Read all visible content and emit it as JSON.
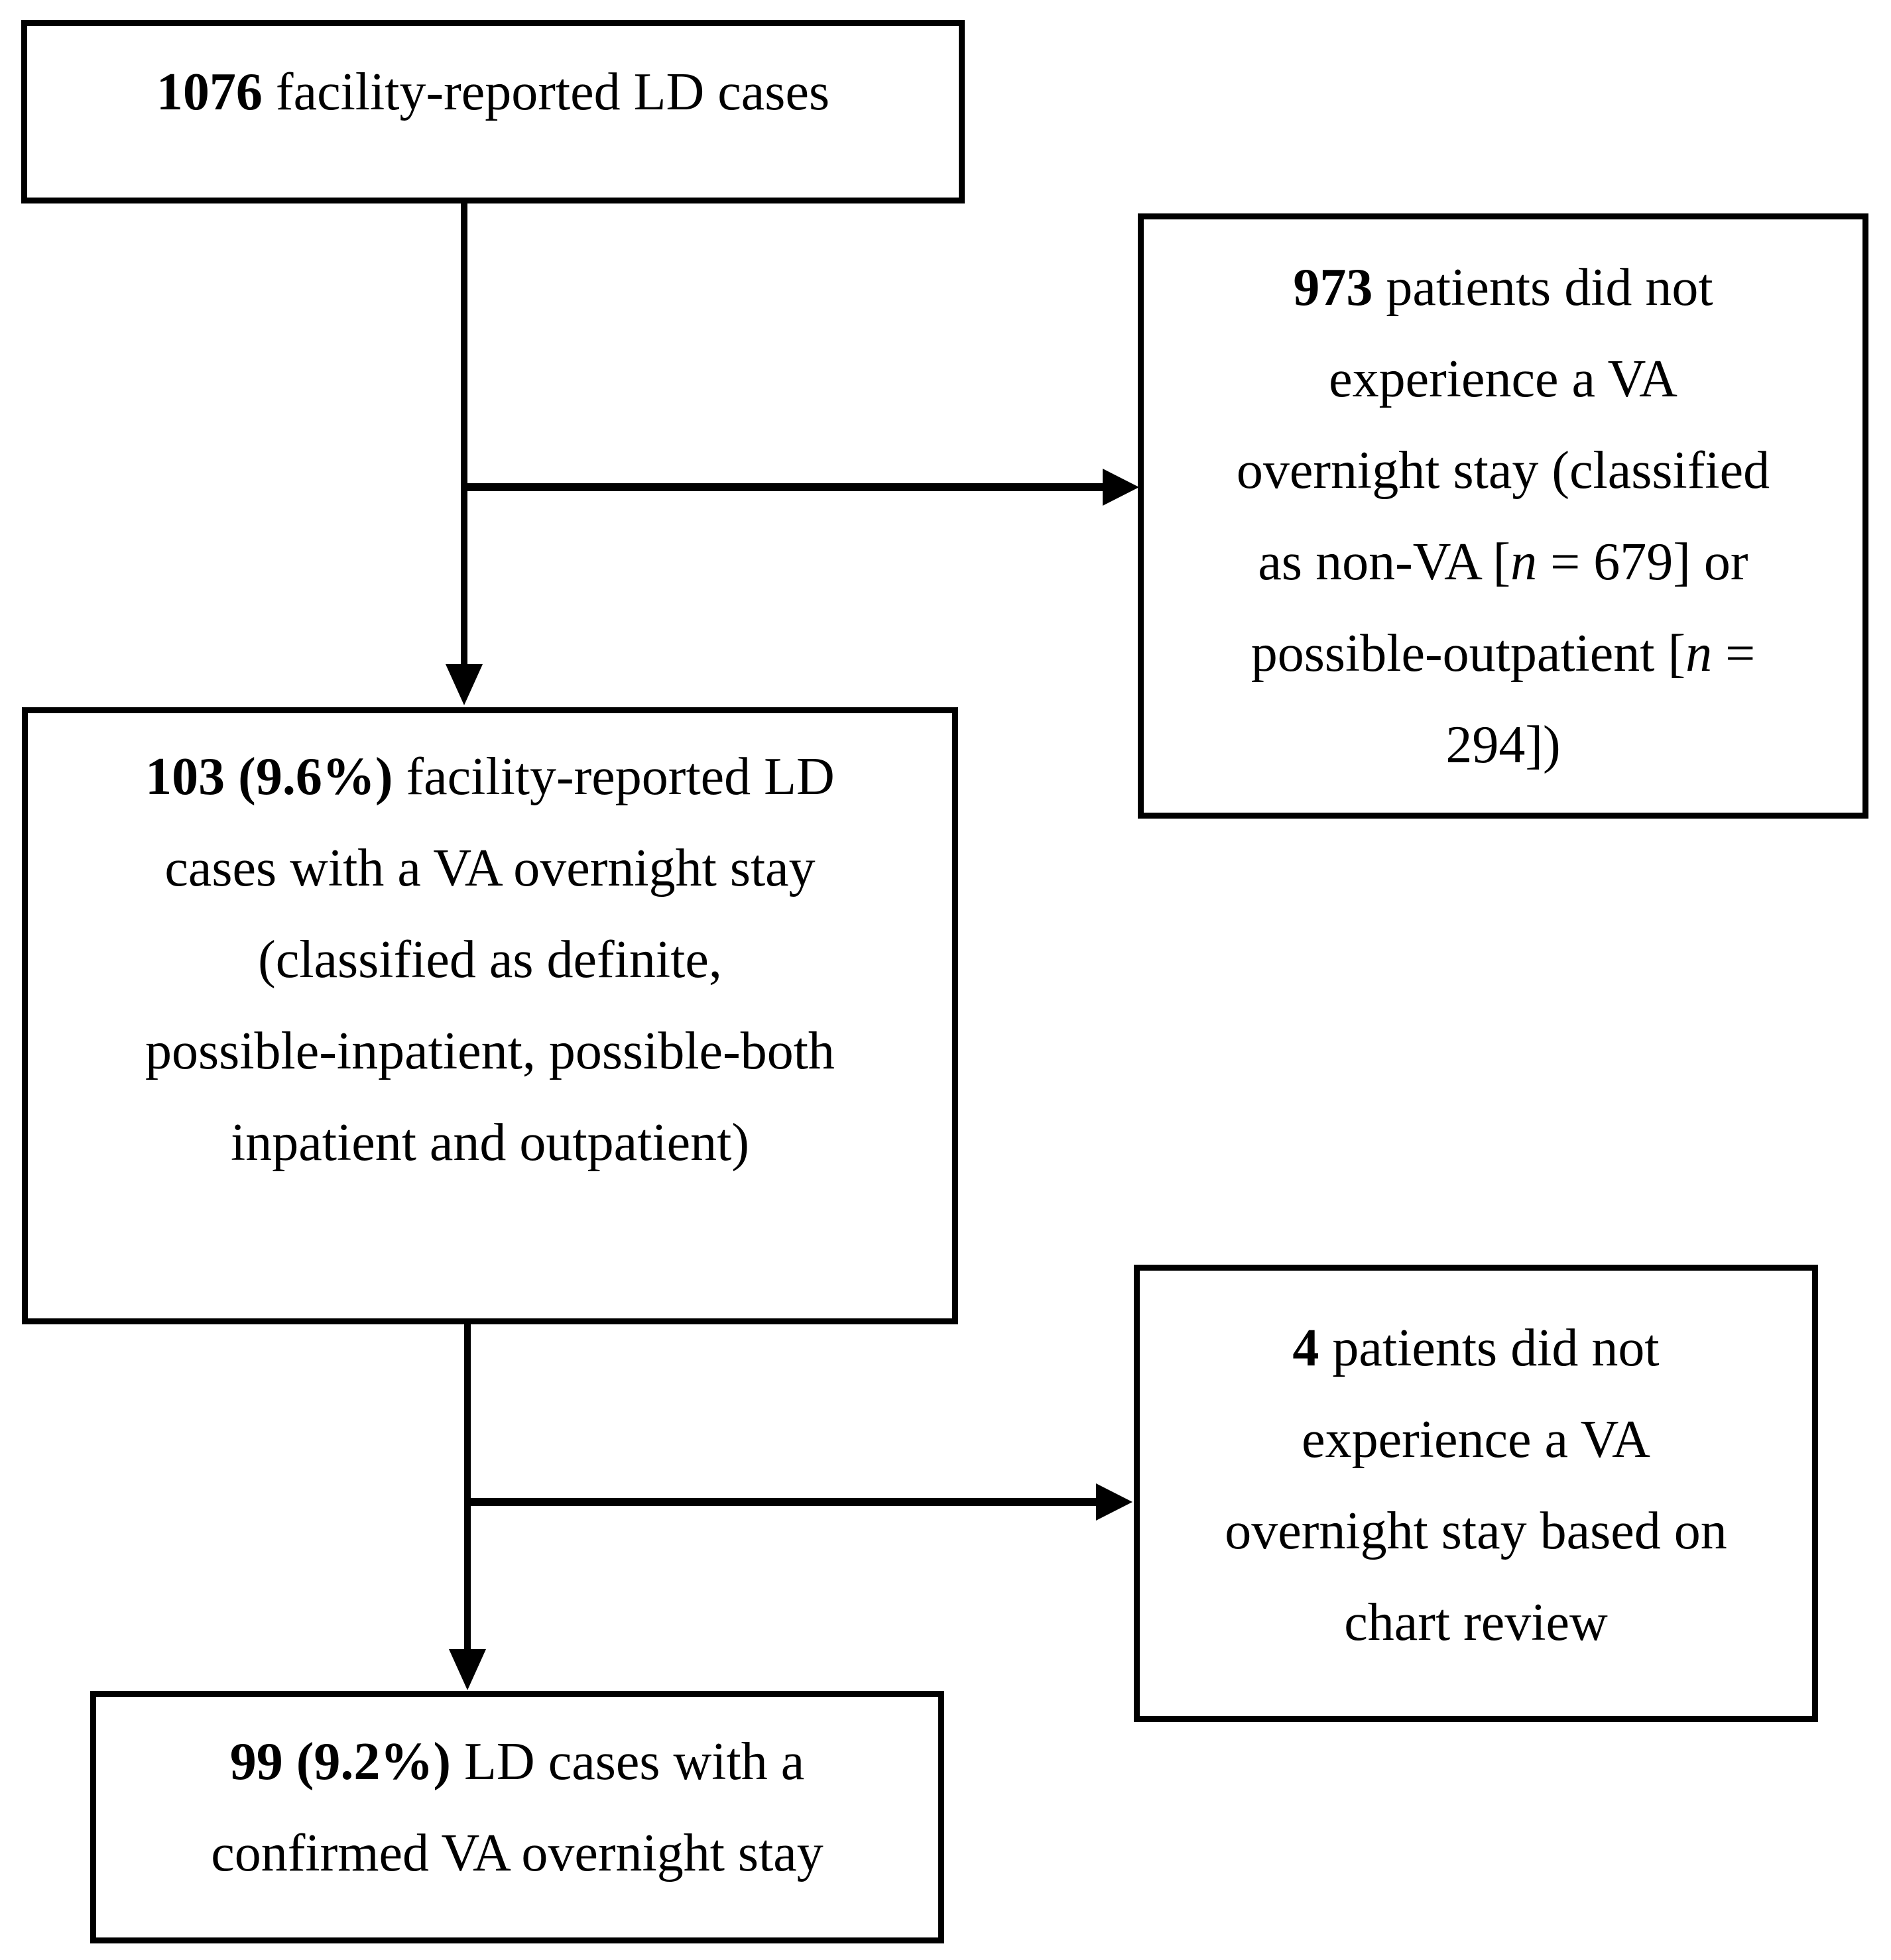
{
  "flowchart": {
    "colors": {
      "line": "#000000",
      "background": "#ffffff"
    },
    "boxes": {
      "total_cases": {
        "lines": [
          {
            "segments": [
              {
                "text": "1076",
                "style": "bold"
              },
              {
                "text": " facility-reported LD cases",
                "style": "normal"
              }
            ]
          }
        ]
      },
      "no_va_overnight_stay": {
        "lines": [
          {
            "segments": [
              {
                "text": "973",
                "style": "bold"
              },
              {
                "text": " patients did not",
                "style": "normal"
              }
            ]
          },
          {
            "segments": [
              {
                "text": "experience a VA",
                "style": "normal"
              }
            ]
          },
          {
            "segments": [
              {
                "text": "overnight stay (classified",
                "style": "normal"
              }
            ]
          },
          {
            "segments": [
              {
                "text": "as non-VA [",
                "style": "normal"
              },
              {
                "text": "n",
                "style": "italic"
              },
              {
                "text": " = 679] or",
                "style": "normal"
              }
            ]
          },
          {
            "segments": [
              {
                "text": "possible-outpatient [",
                "style": "normal"
              },
              {
                "text": "n",
                "style": "italic"
              },
              {
                "text": " =",
                "style": "normal"
              }
            ]
          },
          {
            "segments": [
              {
                "text": "294])",
                "style": "normal"
              }
            ]
          }
        ]
      },
      "va_overnight_stay": {
        "lines": [
          {
            "segments": [
              {
                "text": "103 (9.6%)",
                "style": "bold"
              },
              {
                "text": " facility-reported LD",
                "style": "normal"
              }
            ]
          },
          {
            "segments": [
              {
                "text": "cases with a VA overnight stay",
                "style": "normal"
              }
            ]
          },
          {
            "segments": [
              {
                "text": "(classified as definite,",
                "style": "normal"
              }
            ]
          },
          {
            "segments": [
              {
                "text": "possible-inpatient, possible-both",
                "style": "normal"
              }
            ]
          },
          {
            "segments": [
              {
                "text": "inpatient and outpatient)",
                "style": "normal"
              }
            ]
          }
        ]
      },
      "no_stay_chart_review": {
        "lines": [
          {
            "segments": [
              {
                "text": "4",
                "style": "bold"
              },
              {
                "text": " patients did not",
                "style": "normal"
              }
            ]
          },
          {
            "segments": [
              {
                "text": "experience a VA",
                "style": "normal"
              }
            ]
          },
          {
            "segments": [
              {
                "text": "overnight stay based on",
                "style": "normal"
              }
            ]
          },
          {
            "segments": [
              {
                "text": "chart review",
                "style": "normal"
              }
            ]
          }
        ]
      },
      "confirmed_stay": {
        "lines": [
          {
            "segments": [
              {
                "text": "99 (9.2%)",
                "style": "bold"
              },
              {
                "text": " LD cases with a",
                "style": "normal"
              }
            ]
          },
          {
            "segments": [
              {
                "text": "confirmed VA overnight stay",
                "style": "normal"
              }
            ]
          }
        ]
      }
    }
  }
}
